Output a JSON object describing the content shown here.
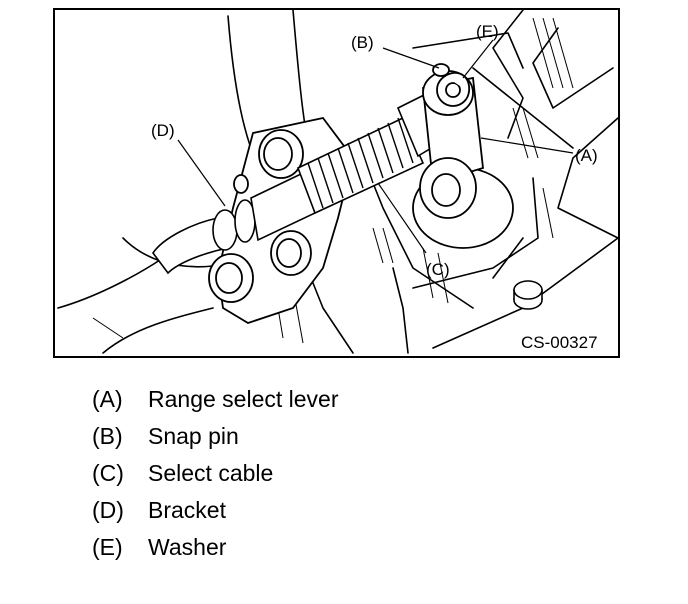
{
  "figure": {
    "id": "CS-00327",
    "callouts": {
      "a": "(A)",
      "b": "(B)",
      "c": "(C)",
      "d": "(D)",
      "e": "(E)"
    }
  },
  "legend": [
    {
      "key": "(A)",
      "text": "Range select lever"
    },
    {
      "key": "(B)",
      "text": "Snap pin"
    },
    {
      "key": "(C)",
      "text": "Select cable"
    },
    {
      "key": "(D)",
      "text": "Bracket"
    },
    {
      "key": "(E)",
      "text": "Washer"
    }
  ]
}
